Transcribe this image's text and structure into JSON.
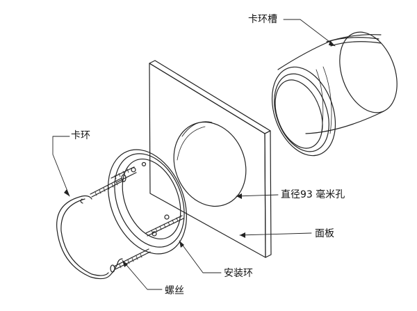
{
  "labels": {
    "clip_groove": "卡环槽",
    "clip_ring": "卡环",
    "hole": "直径93 毫米孔",
    "panel": "面板",
    "mounting_ring": "安装环",
    "screw": "螺丝"
  },
  "colors": {
    "line": "#222222",
    "background": "#ffffff"
  }
}
